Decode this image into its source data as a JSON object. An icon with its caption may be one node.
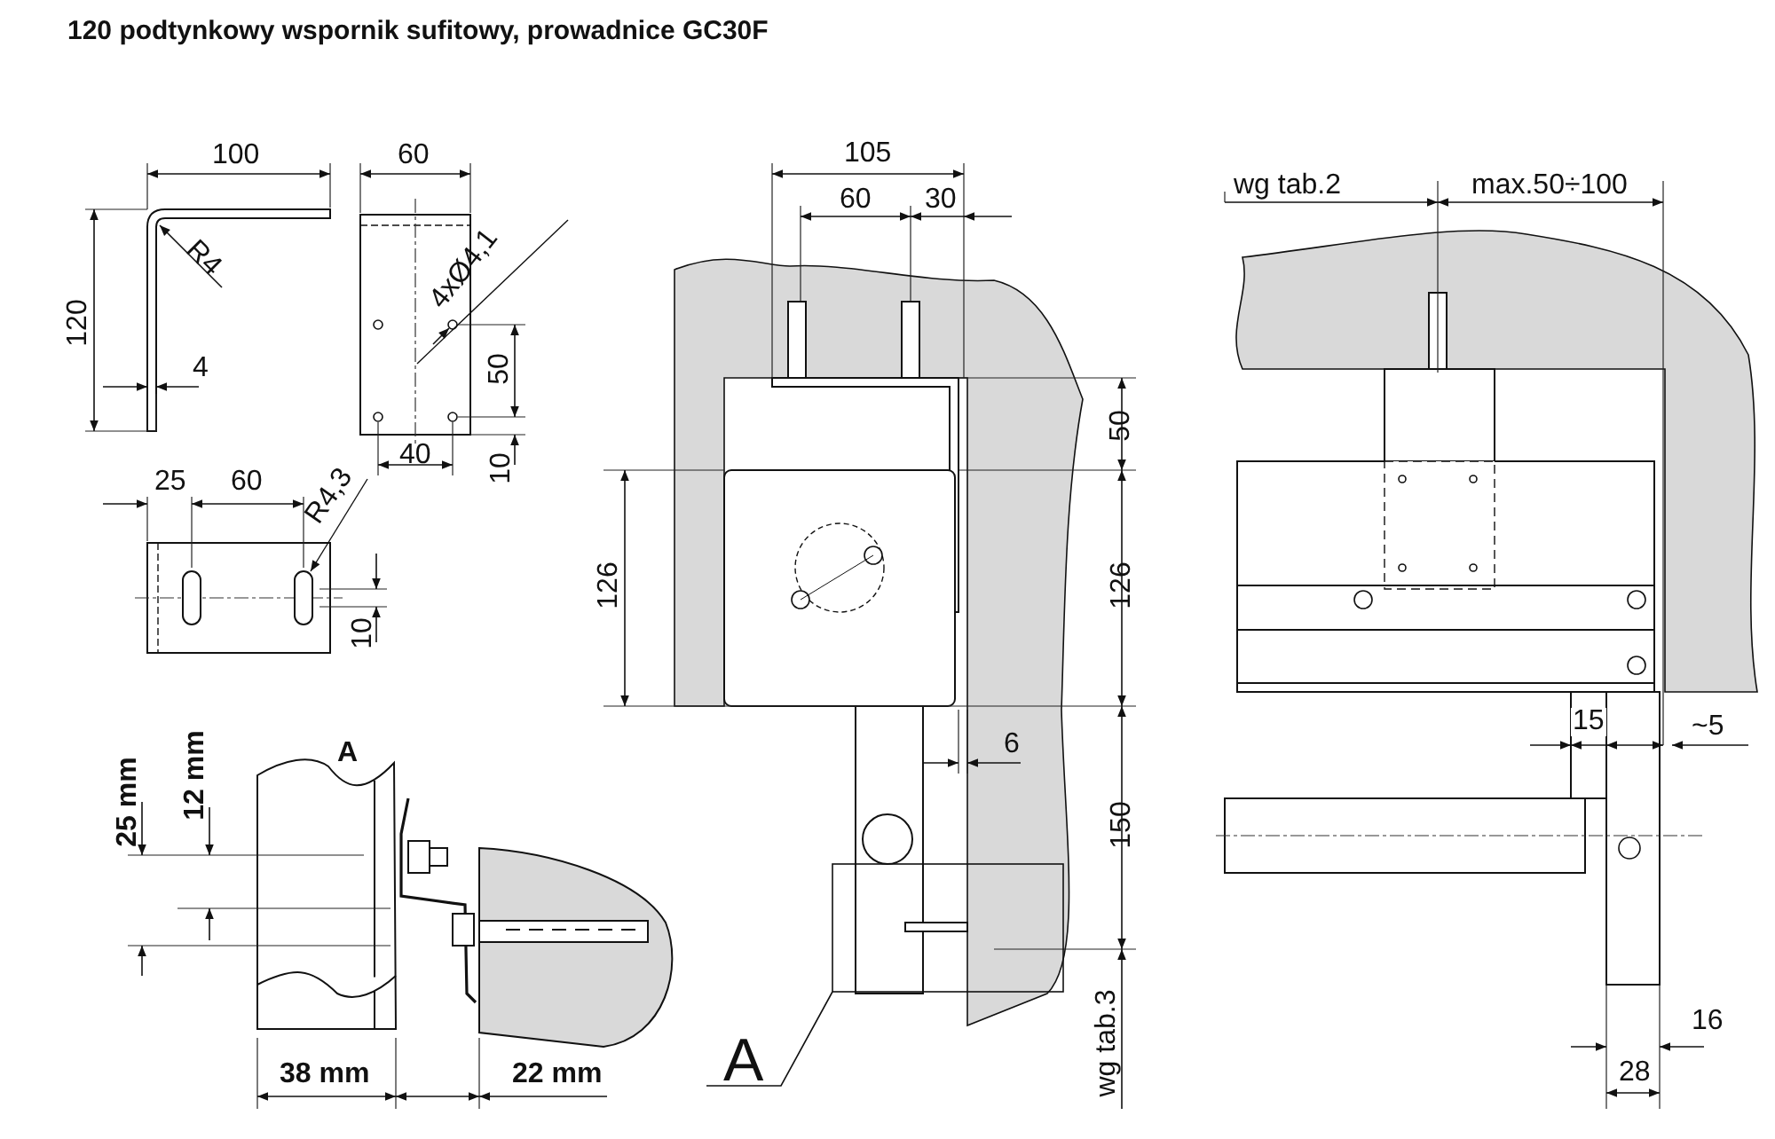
{
  "diagram": {
    "title": "120 podtynkowy wspornik sufitowy, prowadnice GC30F",
    "nodes": [
      {
        "text": [
          "A"
        ]
      },
      {
        "text": [],
        "shape": "box"
      }
    ],
    "edges": [
      {
        "from": 0,
        "to": 1,
        "arrow": "none"
      }
    ],
    "labels": [
      "100",
      "60",
      "105",
      "wg tab.2",
      "max.50÷100",
      "60",
      "30",
      "R4",
      "4xØ4,1",
      "120",
      "4",
      "50",
      "50",
      "25",
      "60",
      "R4,3",
      "40",
      "10",
      "126",
      "126",
      "10",
      "15",
      "~5",
      "6",
      "A",
      "25 mm",
      "12 mm",
      "150",
      "16",
      "38 mm",
      "22 mm",
      "wg tab.3",
      "28"
    ]
  }
}
